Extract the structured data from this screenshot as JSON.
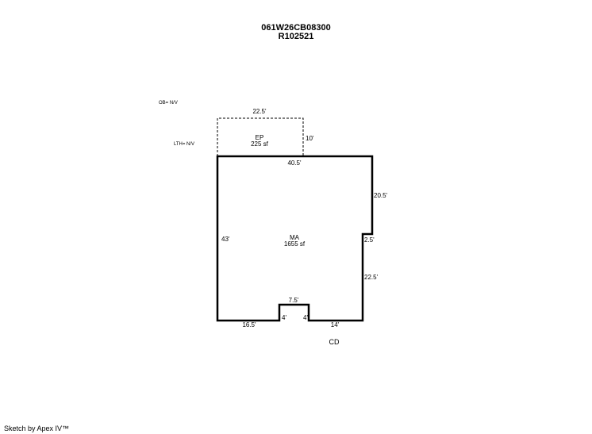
{
  "header": {
    "parcel_id": "061W26CB08300",
    "account": "R102521"
  },
  "footer": {
    "credit": "Sketch by Apex IV™"
  },
  "notes": {
    "ob": "OB= N/V",
    "lth": "LTH= N/V"
  },
  "areas": {
    "ep": {
      "name": "EP",
      "area": "225 sf"
    },
    "ma": {
      "name": "MA",
      "area": "1655 sf"
    },
    "cd": {
      "name": "CD"
    }
  },
  "dimensions": {
    "ep_top": "22.5'",
    "ep_right": "10'",
    "ma_top": "40.5'",
    "ma_right_upper": "20.5'",
    "ma_step": "2.5'",
    "ma_right_lower": "22.5'",
    "ma_left": "43'",
    "notch_top": "7.5'",
    "notch_left": "4'",
    "notch_right": "4'",
    "bottom_left": "16.5'",
    "bottom_right": "14'"
  }
}
